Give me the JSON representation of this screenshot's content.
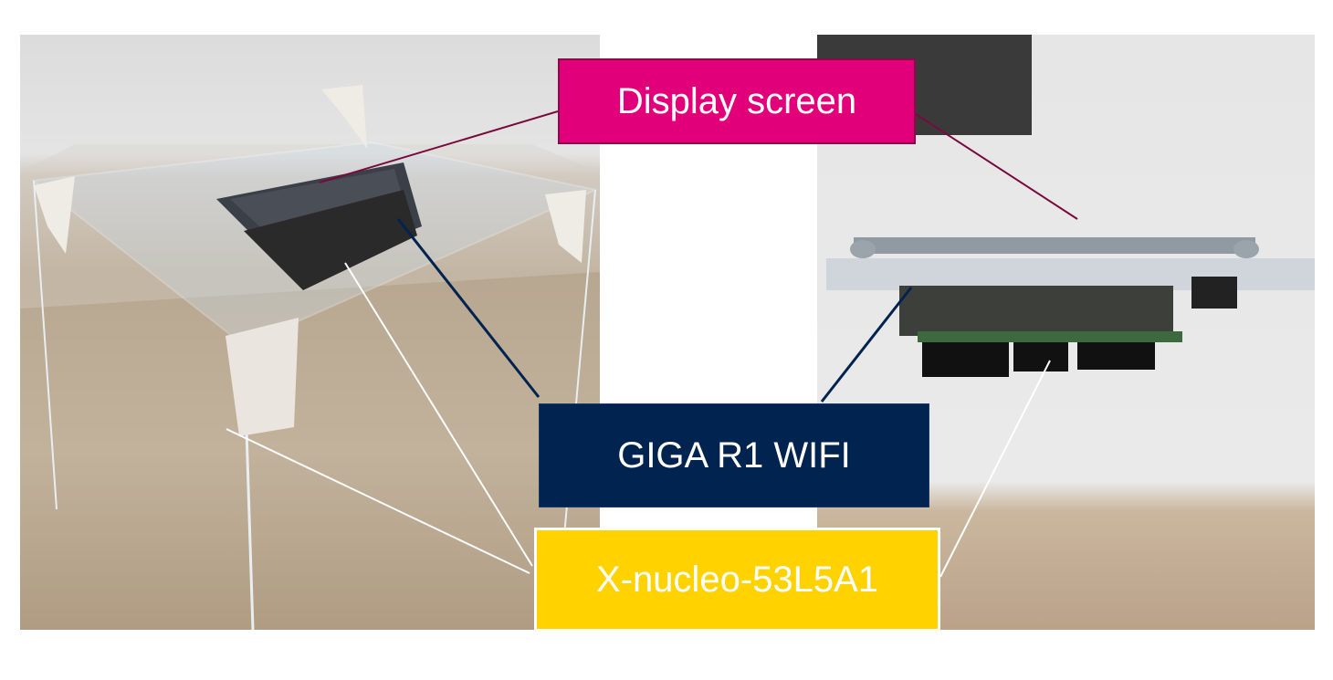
{
  "labels": {
    "display": "Display screen",
    "giga": "GIGA R1 WIFI",
    "nucleo": "X-nucleo-53L5A1"
  },
  "colors": {
    "display": "#e2007a",
    "giga": "#012350",
    "nucleo": "#ffd200"
  }
}
